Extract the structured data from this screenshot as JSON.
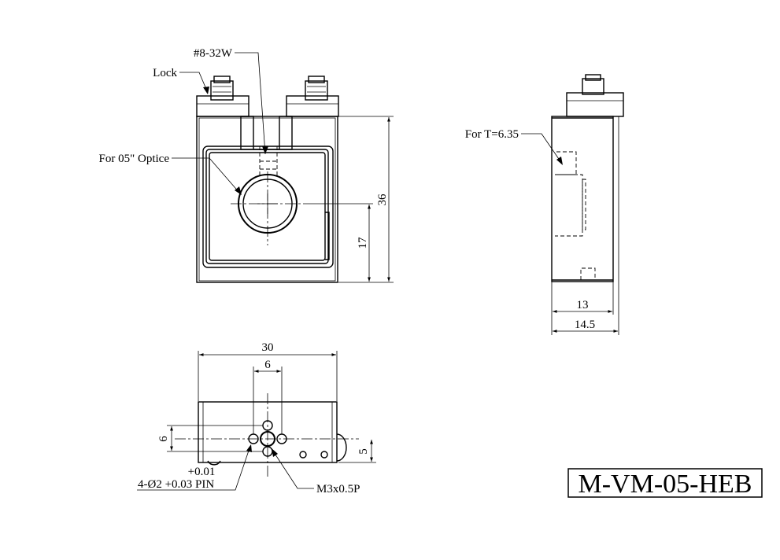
{
  "labels": {
    "thread": "#8-32W",
    "lock": "Lock",
    "optic": "For 05\" Optice",
    "thickness": "For T=6.35",
    "pin_tol": "+0.01",
    "pin": "4-Ø2 +0.03 PIN",
    "screw": "M3x0.5P"
  },
  "dims": {
    "height_total": "36",
    "height_center": "17",
    "depth_inner": "13",
    "depth_outer": "14.5",
    "width_total": "30",
    "pin_spacing": "6",
    "pin_height": "6",
    "screw_height": "5"
  },
  "model": "M-VM-05-HEB"
}
